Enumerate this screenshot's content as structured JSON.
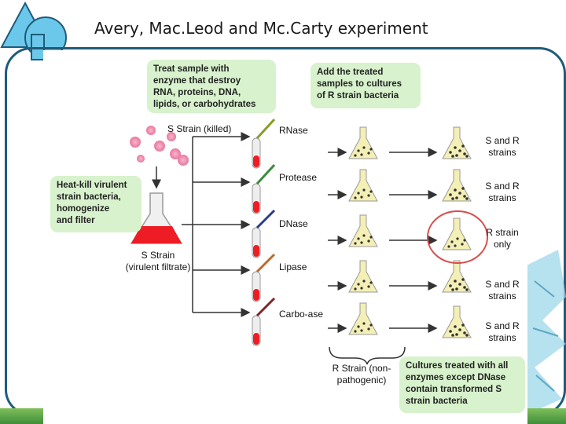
{
  "slide": {
    "title": "Avery, Mac.Leod and Mc.Carty experiment"
  },
  "diagram": {
    "note_treat": "Treat sample with\nenzyme that destroy\nRNA, proteins, DNA,\nlipids, or carbohydrates",
    "note_add": "Add the treated\nsamples to cultures\nof R strain bacteria",
    "note_heatkill": "Heat-kill virulent\nstrain bacteria,\nhomogenize\nand filter",
    "note_cultures": "Cultures treated with all\nenzymes except DNase\ncontain transformed S\nstrain bacteria",
    "killed_label": "S Strain (killed)",
    "filtrate_label": "S Strain\n(virulent filtrate)",
    "r_strain_label": "R Strain (non-\npathogenic)",
    "enzymes": [
      {
        "name": "RNase",
        "result": "S and R\nstrains",
        "tube_color": "#8a9a2a"
      },
      {
        "name": "Protease",
        "result": "S and R\nstrains",
        "tube_color": "#3c8a3c"
      },
      {
        "name": "DNase",
        "result": "R strain\nonly",
        "tube_color": "#2a3c8a"
      },
      {
        "name": "Lipase",
        "result": "S and R\nstrains",
        "tube_color": "#c06a2a"
      },
      {
        "name": "Carbo-ase",
        "result": "S and R\nstrains",
        "tube_color": "#7a2a2a"
      }
    ],
    "colors": {
      "note_bg": "#d7f2cc",
      "filtrate_red": "#ee1c24",
      "culture_yellow": "#f4efb5",
      "highlight_circle": "#d94a4a",
      "frame_blue": "#1f5c7a"
    }
  }
}
